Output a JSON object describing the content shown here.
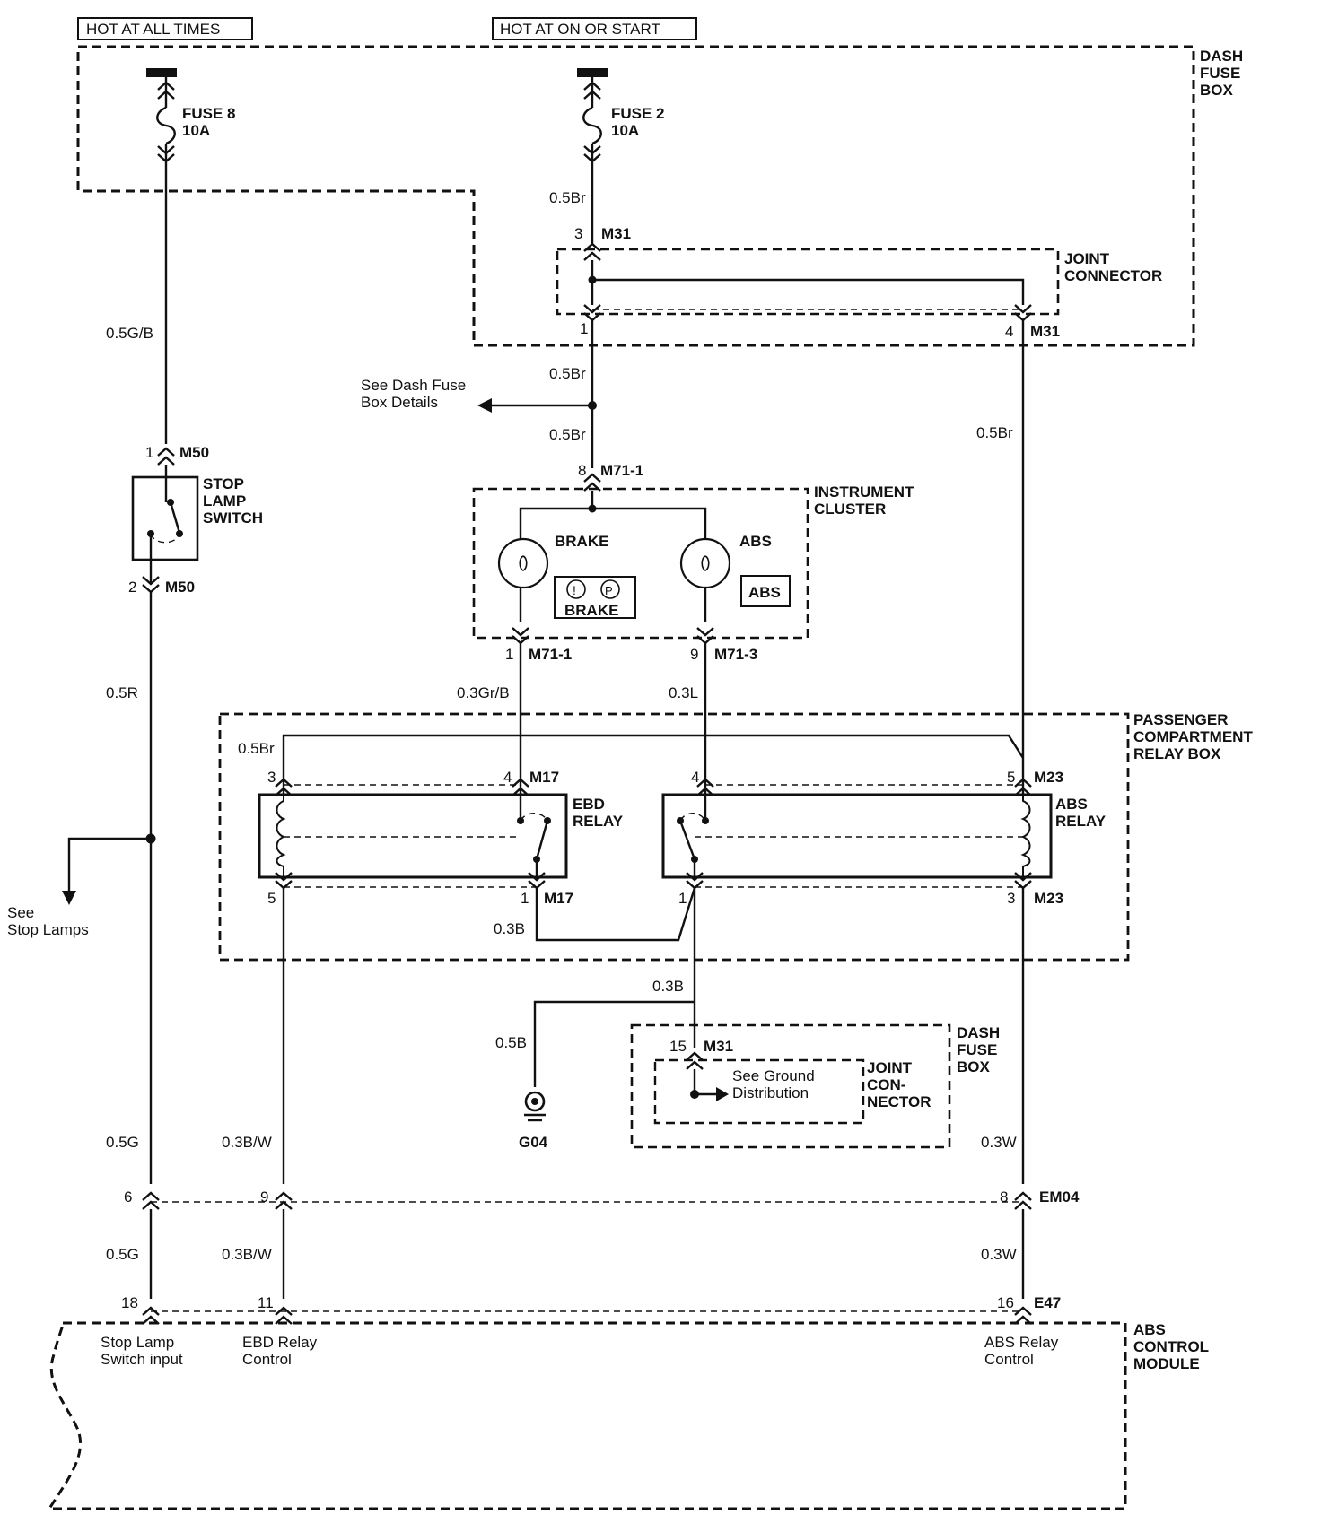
{
  "supply": {
    "hot_at_all_times": "HOT AT ALL TIMES",
    "hot_at_on_or_start": "HOT AT ON OR START"
  },
  "fuses": {
    "fuse8": {
      "name": "FUSE 8",
      "rating": "10A"
    },
    "fuse2": {
      "name": "FUSE 2",
      "rating": "10A"
    }
  },
  "components": {
    "dash_fuse_box": [
      "DASH",
      "FUSE",
      "BOX"
    ],
    "joint_connector": [
      "JOINT",
      "CONNECTOR"
    ],
    "stop_lamp_switch": [
      "STOP",
      "LAMP",
      "SWITCH"
    ],
    "instrument_cluster": [
      "INSTRUMENT",
      "CLUSTER"
    ],
    "passenger_relay_box": [
      "PASSENGER",
      "COMPARTMENT",
      "RELAY BOX"
    ],
    "ebd_relay": [
      "EBD",
      "RELAY"
    ],
    "abs_relay": [
      "ABS",
      "RELAY"
    ],
    "dash_fuse_box_2": [
      "DASH",
      "FUSE",
      "BOX"
    ],
    "joint_connector_2": [
      "JOINT",
      "CON-",
      "NECTOR"
    ],
    "abs_control_module": [
      "ABS",
      "CONTROL",
      "MODULE"
    ],
    "brake_lamp": "BRAKE",
    "abs_lamp": "ABS",
    "brake_symbol_text": "BRAKE",
    "abs_symbol_text": "ABS",
    "ground": "G04"
  },
  "references": {
    "see_dash_fuse": [
      "See Dash Fuse",
      "Box Details"
    ],
    "see_stop_lamps": [
      "See",
      "Stop Lamps"
    ],
    "see_ground": [
      "See Ground",
      "Distribution"
    ]
  },
  "wires": {
    "w_05br_1": "0.5Br",
    "w_05gb": "0.5G/B",
    "w_05br_2": "0.5Br",
    "w_05br_3": "0.5Br",
    "w_05br_4": "0.5Br",
    "w_05br_5": "0.5Br",
    "w_05r": "0.5R",
    "w_03grb": "0.3Gr/B",
    "w_03l": "0.3L",
    "w_03b_1": "0.3B",
    "w_03b_2": "0.3B",
    "w_05b": "0.5B",
    "w_05g_1": "0.5G",
    "w_03bw_1": "0.3B/W",
    "w_03w_1": "0.3W",
    "w_05g_2": "0.5G",
    "w_03bw_2": "0.3B/W",
    "w_03w_2": "0.3W"
  },
  "connectors": {
    "m31": "M31",
    "m50": "M50",
    "m71_1": "M71-1",
    "m71_3": "M71-3",
    "m17": "M17",
    "m23": "M23",
    "em04": "EM04",
    "e47": "E47"
  },
  "pins": {
    "p_m31_3": "3",
    "p_m31_1": "1",
    "p_m31_4": "4",
    "p_m50_1": "1",
    "p_m50_2": "2",
    "p_m71_8": "8",
    "p_m71_1": "1",
    "p_m71_9": "9",
    "p_m17_3": "3",
    "p_m17_4": "4",
    "p_m23_4": "4",
    "p_m23_5": "5",
    "p_m17_5": "5",
    "p_m17_1": "1",
    "p_m23_1": "1",
    "p_m23_3": "3",
    "p_m31_15": "15",
    "p_em04_6": "6",
    "p_em04_9": "9",
    "p_em04_8": "8",
    "p_e47_18": "18",
    "p_e47_11": "11",
    "p_e47_16": "16"
  },
  "module_pins": {
    "stop_lamp_input": [
      "Stop Lamp",
      "Switch input"
    ],
    "ebd_relay_control": [
      "EBD Relay",
      "Control"
    ],
    "abs_relay_control": [
      "ABS Relay",
      "Control"
    ]
  }
}
